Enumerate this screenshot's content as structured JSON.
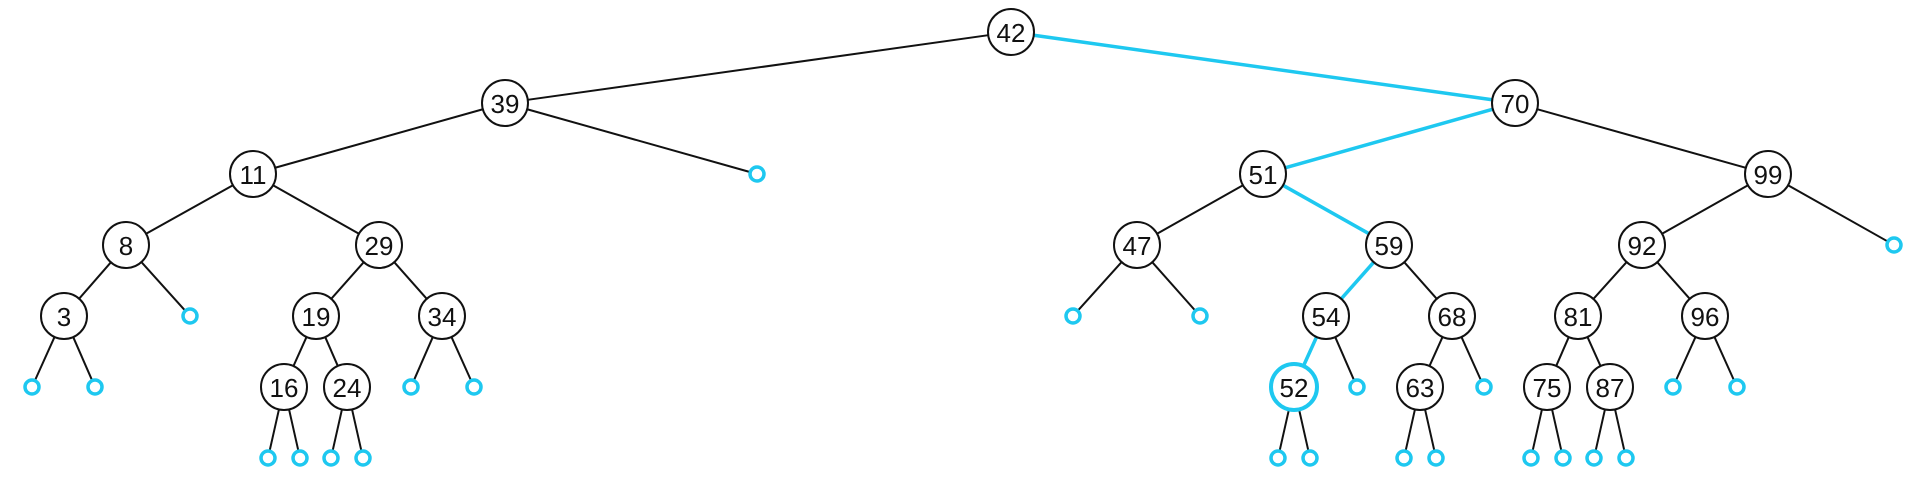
{
  "diagram": {
    "colors": {
      "path": "#1ec8f0",
      "edge": "#111111",
      "node_stroke": "#111111",
      "node_fill": "#ffffff",
      "null_stroke": "#1ec8f0"
    },
    "nodes": [
      {
        "id": "n42",
        "label": "42"
      },
      {
        "id": "n39",
        "label": "39"
      },
      {
        "id": "n70",
        "label": "70"
      },
      {
        "id": "n11",
        "label": "11"
      },
      {
        "id": "n51",
        "label": "51"
      },
      {
        "id": "n99",
        "label": "99"
      },
      {
        "id": "n8",
        "label": "8"
      },
      {
        "id": "n29",
        "label": "29"
      },
      {
        "id": "n47",
        "label": "47"
      },
      {
        "id": "n59",
        "label": "59"
      },
      {
        "id": "n92",
        "label": "92"
      },
      {
        "id": "n3",
        "label": "3"
      },
      {
        "id": "n19",
        "label": "19"
      },
      {
        "id": "n34",
        "label": "34"
      },
      {
        "id": "n54",
        "label": "54"
      },
      {
        "id": "n68",
        "label": "68"
      },
      {
        "id": "n81",
        "label": "81"
      },
      {
        "id": "n96",
        "label": "96"
      },
      {
        "id": "n16",
        "label": "16"
      },
      {
        "id": "n24",
        "label": "24"
      },
      {
        "id": "n52",
        "label": "52",
        "highlight": true
      },
      {
        "id": "n63",
        "label": "63"
      },
      {
        "id": "n75",
        "label": "75"
      },
      {
        "id": "n87",
        "label": "87"
      }
    ],
    "edges": [
      {
        "from": "n42",
        "to": "n39",
        "path": false
      },
      {
        "from": "n42",
        "to": "n70",
        "path": true
      },
      {
        "from": "n39",
        "to": "n11",
        "path": false
      },
      {
        "from": "n39",
        "to": "z39r",
        "path": false
      },
      {
        "from": "n11",
        "to": "n8",
        "path": false
      },
      {
        "from": "n11",
        "to": "n29",
        "path": false
      },
      {
        "from": "n8",
        "to": "n3",
        "path": false
      },
      {
        "from": "n8",
        "to": "z8r",
        "path": false
      },
      {
        "from": "n3",
        "to": "z3l",
        "path": false
      },
      {
        "from": "n3",
        "to": "z3r",
        "path": false
      },
      {
        "from": "n29",
        "to": "n19",
        "path": false
      },
      {
        "from": "n29",
        "to": "n34",
        "path": false
      },
      {
        "from": "n19",
        "to": "n16",
        "path": false
      },
      {
        "from": "n19",
        "to": "n24",
        "path": false
      },
      {
        "from": "n16",
        "to": "z16l",
        "path": false
      },
      {
        "from": "n16",
        "to": "z16r",
        "path": false
      },
      {
        "from": "n24",
        "to": "z24l",
        "path": false
      },
      {
        "from": "n24",
        "to": "z24r",
        "path": false
      },
      {
        "from": "n34",
        "to": "z34l",
        "path": false
      },
      {
        "from": "n34",
        "to": "z34r",
        "path": false
      },
      {
        "from": "n70",
        "to": "n51",
        "path": true
      },
      {
        "from": "n70",
        "to": "n99",
        "path": false
      },
      {
        "from": "n51",
        "to": "n47",
        "path": false
      },
      {
        "from": "n51",
        "to": "n59",
        "path": true
      },
      {
        "from": "n47",
        "to": "z47l",
        "path": false
      },
      {
        "from": "n47",
        "to": "z47r",
        "path": false
      },
      {
        "from": "n59",
        "to": "n54",
        "path": true
      },
      {
        "from": "n59",
        "to": "n68",
        "path": false
      },
      {
        "from": "n54",
        "to": "n52",
        "path": true
      },
      {
        "from": "n54",
        "to": "z54r",
        "path": false
      },
      {
        "from": "n52",
        "to": "z52l",
        "path": false
      },
      {
        "from": "n52",
        "to": "z52r",
        "path": false
      },
      {
        "from": "n68",
        "to": "n63",
        "path": false
      },
      {
        "from": "n68",
        "to": "z68r",
        "path": false
      },
      {
        "from": "n63",
        "to": "z63l",
        "path": false
      },
      {
        "from": "n63",
        "to": "z63r",
        "path": false
      },
      {
        "from": "n99",
        "to": "n92",
        "path": false
      },
      {
        "from": "n99",
        "to": "z99r",
        "path": false
      },
      {
        "from": "n92",
        "to": "n81",
        "path": false
      },
      {
        "from": "n92",
        "to": "n96",
        "path": false
      },
      {
        "from": "n81",
        "to": "n75",
        "path": false
      },
      {
        "from": "n81",
        "to": "n87",
        "path": false
      },
      {
        "from": "n75",
        "to": "z75l",
        "path": false
      },
      {
        "from": "n75",
        "to": "z75r",
        "path": false
      },
      {
        "from": "n87",
        "to": "z87l",
        "path": false
      },
      {
        "from": "n87",
        "to": "z87r",
        "path": false
      },
      {
        "from": "n96",
        "to": "z96l",
        "path": false
      },
      {
        "from": "n96",
        "to": "z96r",
        "path": false
      }
    ]
  }
}
